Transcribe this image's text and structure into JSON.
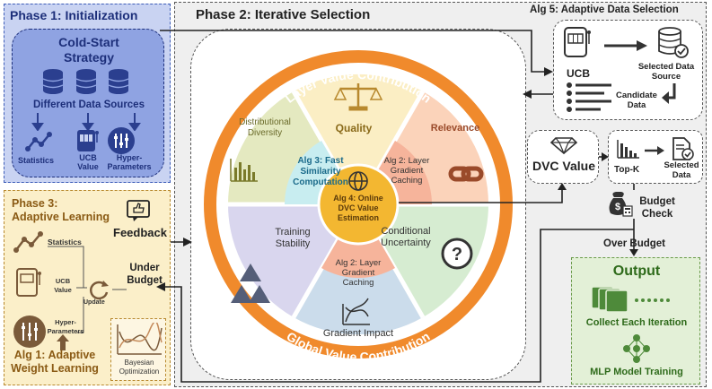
{
  "phase1": {
    "title": "Phase 1: Initialization",
    "strategy_title_1": "Cold-Start",
    "strategy_title_2": "Strategy",
    "sources_label": "Different Data Sources",
    "items": [
      "Statistics",
      "UCB\nValue",
      "Hyper-\nParameters"
    ]
  },
  "phase2": {
    "title": "Phase 2: Iterative Selection",
    "ring_top": "Layer Value Contribution",
    "ring_bottom": "Global Value Contribution",
    "segments": {
      "quality": "Quality",
      "relevance": "Relevance",
      "conditional": "Conditional\nUncertainty",
      "gradient": "Gradient Impact",
      "training": "Training\nStability",
      "diversity": "Distributional\nDiversity"
    },
    "alg3": "Alg 3: Fast\nSimilarity\nComputation",
    "alg2_top": "Alg 2: Layer\nGradient\nCaching",
    "alg2_bottom": "Alg 2: Layer\nGradient\nCaching",
    "alg4": "Alg 4: Online\nDVC Value\nEstimation"
  },
  "alg5": {
    "title": "Alg 5: Adaptive Data Selection",
    "ucb": "UCB",
    "selected_source": "Selected Data\nSource",
    "candidate": "Candidate\nData"
  },
  "dvc": {
    "label": "DVC Value",
    "topk": "Top-K",
    "selected": "Selected\nData",
    "budget_check": "Budget\nCheck",
    "over_budget": "Over Budget",
    "under_budget": "Under\nBudget"
  },
  "phase3": {
    "title_1": "Phase 3:",
    "title_2": "Adaptive Learning",
    "statistics": "Statistics",
    "ucb": "UCB\nValue",
    "update": "Update",
    "hyper": "Hyper-\nParameters",
    "alg1": "Alg 1: Adaptive\nWeight Learning",
    "bayes": "Bayesian\nOptimization"
  },
  "feedback": "Feedback",
  "output": {
    "title": "Output",
    "collect": "Collect Each Iteration",
    "mlp": "MLP Model Training"
  },
  "colors": {
    "phase1_bg": "#c9d3f2",
    "phase3_bg": "#fbefc9",
    "output_bg": "#e3f0d7",
    "ring": "#f08a2c",
    "hub": "#f3b731"
  }
}
